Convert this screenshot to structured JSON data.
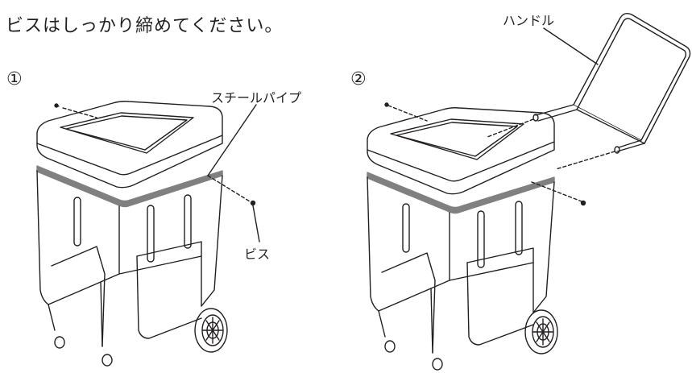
{
  "instruction": "ビスはしっかり締めてください。",
  "steps": [
    {
      "number": "①",
      "labels": {
        "pipe": "スチールパイプ",
        "screw": "ビス"
      }
    },
    {
      "number": "②",
      "labels": {
        "handle": "ハンドル"
      }
    }
  ],
  "colors": {
    "line": "#231f20",
    "band": "#808080",
    "background": "#ffffff"
  }
}
